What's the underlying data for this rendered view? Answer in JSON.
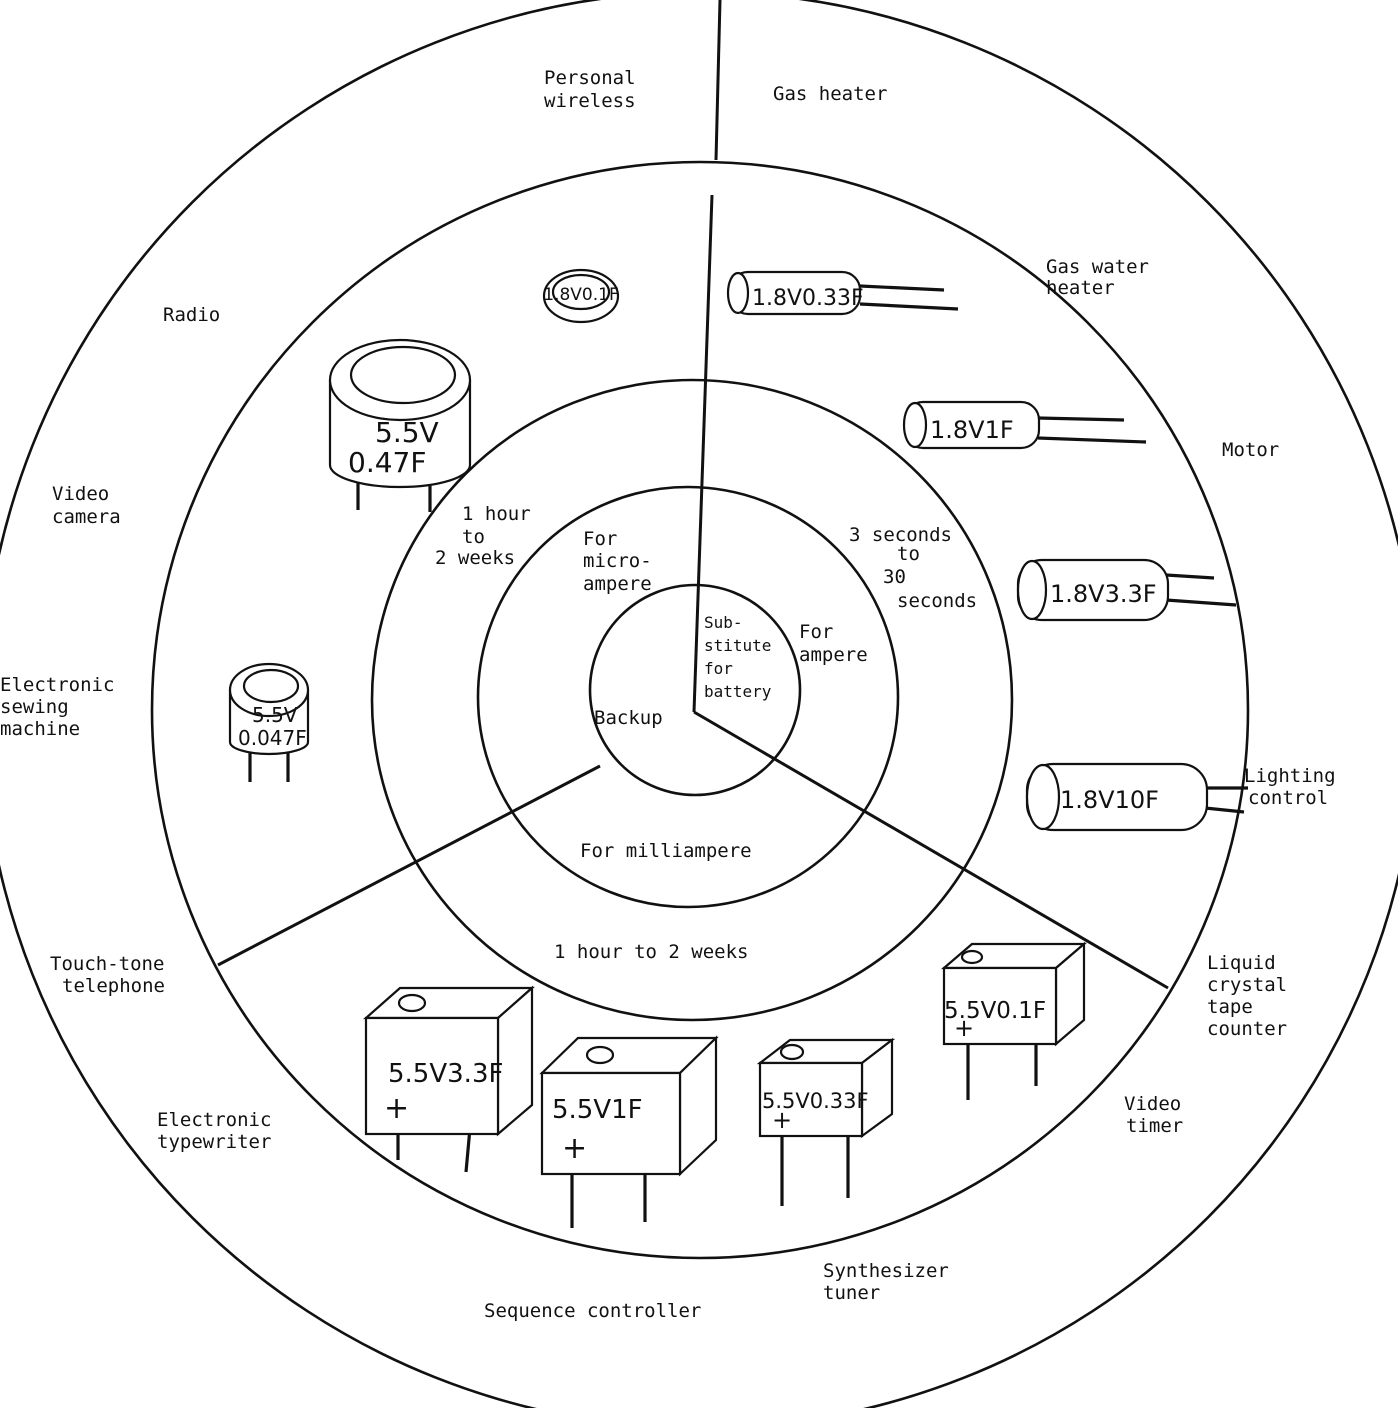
{
  "applications": {
    "personal_wireless": [
      "Personal",
      "wireless"
    ],
    "gas_heater": "Gas heater",
    "gas_water_heater": [
      "Gas water",
      "heater"
    ],
    "motor": "Motor",
    "lighting_control": [
      "Lighting",
      "control"
    ],
    "liquid_crystal_tape_counter": [
      "Liquid",
      "crystal",
      "tape",
      "counter"
    ],
    "video_timer": [
      "Video",
      "timer"
    ],
    "synthesizer_tuner": [
      "Synthesizer",
      "tuner"
    ],
    "sequence_controller": "Sequence controller",
    "electronic_typewriter": [
      "Electronic",
      "typewriter"
    ],
    "touch_tone_telephone": [
      "Touch-tone",
      "telephone"
    ],
    "electronic_sewing_machine": [
      "Electronic",
      "sewing",
      "machine"
    ],
    "video_camera": [
      "Video",
      "camera"
    ],
    "radio": "Radio"
  },
  "durations": {
    "top_left": [
      "1 hour",
      "to",
      "2 weeks"
    ],
    "top_right": [
      "3 seconds",
      "to",
      "30",
      "seconds"
    ],
    "bottom": "1 hour to 2 weeks"
  },
  "current_classes": {
    "micro": [
      "For",
      "micro-",
      "ampere"
    ],
    "ampere": [
      "For",
      "ampere"
    ],
    "milli": "For milliampere"
  },
  "center": {
    "substitute": [
      "Sub-",
      "stitute",
      "for",
      "battery"
    ],
    "backup": "Backup"
  },
  "capacitors": {
    "coin": "1.8V0.1F",
    "can_large": [
      "5.5V",
      "0.47F"
    ],
    "can_small": [
      "5.5V",
      "0.047F"
    ],
    "cyl_1": "1.8V0.33F",
    "cyl_2": "1.8V1F",
    "cyl_3": "1.8V3.3F",
    "cyl_4": "1.8V10F",
    "box_1": "5.5V3.3F",
    "box_2": "5.5V1F",
    "box_3": "5.5V0.33F",
    "box_4": "5.5V0.1F",
    "plus_sign": "+"
  }
}
